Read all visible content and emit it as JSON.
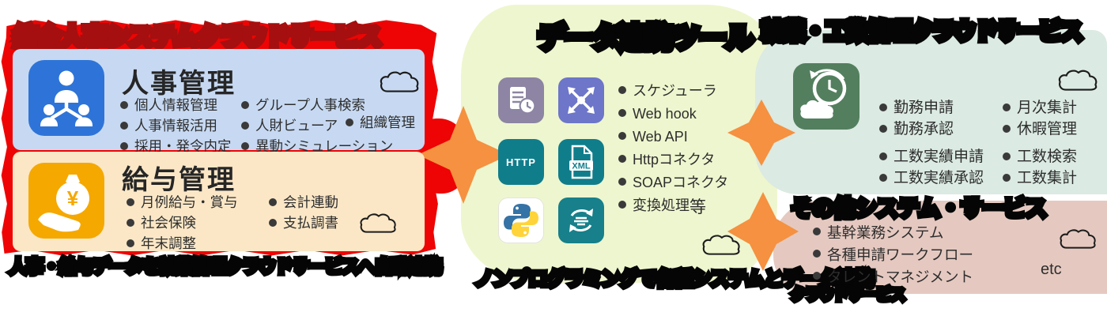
{
  "header": {
    "left_title": "統合人事システムクラウドサービス",
    "middle_title": "データ連携ツール",
    "right_top_title": "就業・工数管理クラウドサービス",
    "right_bottom_title": "その他システム・サービス"
  },
  "left": {
    "caption": "人事・給与データを就業管理クラウドサービスへ自動連携",
    "hr": {
      "heading": "人事管理",
      "items_col1": [
        "個人情報管理",
        "人事情報活用",
        "採用・発令内定"
      ],
      "items_col2": [
        "グループ人事検索",
        "人財ビューア",
        "異動シミュレーション"
      ],
      "items_col3": [
        "組織管理"
      ]
    },
    "payroll": {
      "heading": "給与管理",
      "items_col1": [
        "月例給与・賞与",
        "社会保険",
        "年末調整"
      ],
      "items_col2": [
        "会計連動",
        "支払調書"
      ]
    }
  },
  "middle": {
    "caption": "ノンプログラミングで各種システムとデータ連携",
    "features": [
      "スケジューラ",
      "Web hook",
      "Web API",
      "Httpコネクタ",
      "SOAPコネクタ",
      "変換処理"
    ],
    "etc_label": "等",
    "http_label": "HTTP",
    "xml_label": "XML",
    "yen_label": "¥"
  },
  "right_top": {
    "items_col1": [
      "勤務申請",
      "勤務承認",
      "工数実績申請",
      "工数実績承認"
    ],
    "items_col2": [
      "月次集計",
      "休暇管理",
      "工数検索",
      "工数集計"
    ]
  },
  "right_bottom": {
    "caption": "クラウドサービス",
    "items": [
      "基幹業務システム",
      "各種申請ワークフロー",
      "タレントマネジメント"
    ],
    "etc_label": "etc"
  },
  "colors": {
    "red": "#ee0404",
    "dark_red": "#a50f0f",
    "blue_panel": "#c7d9f2",
    "hr_icon": "#2e74d8",
    "cream_panel": "#fbe7c6",
    "payroll_icon": "#f5a800",
    "middle_panel": "#eef6cf",
    "teal_icon": "#107d8b",
    "scheduler_icon": "#8d85a3",
    "share_icon": "#6d76c8",
    "mint_panel": "#dbeae2",
    "attendance_icon": "#537f5e",
    "pink_panel": "#e5c9c0",
    "arrow": "#f59140"
  }
}
